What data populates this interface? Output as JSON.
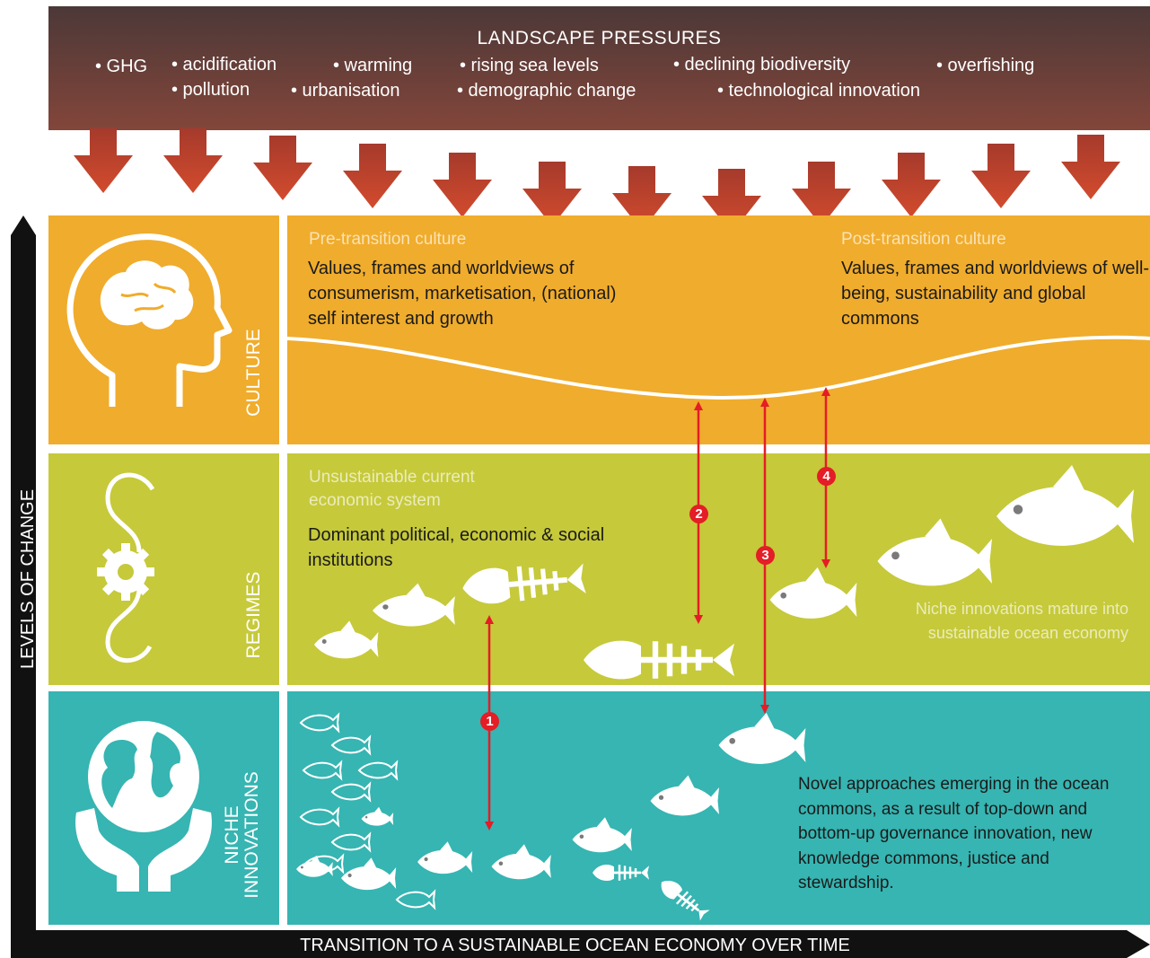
{
  "landscape": {
    "title": "LANDSCAPE PRESSURES",
    "pressures": [
      "• GHG",
      "• acidification",
      "• warming",
      "• rising sea levels",
      "• declining biodiversity",
      "• overfishing",
      "• pollution",
      "• urbanisation",
      "• demographic change",
      "• technological innovation"
    ]
  },
  "levels": {
    "culture": {
      "label": "CULTURE",
      "pre_title": "Pre-transition culture",
      "pre_text": "Values, frames and worldviews of consumerism, marketisation, (national) self interest and growth",
      "post_title": "Post-transition culture",
      "post_text": "Values, frames and worldviews of well-being, sustainability and global commons"
    },
    "regimes": {
      "label": "REGIMES",
      "current_title": "Unsustainable current economic system",
      "current_text": "Dominant political, economic & social institutions",
      "mature_text": "Niche innovations mature into sustainable ocean economy"
    },
    "niche": {
      "label_line1": "NICHE",
      "label_line2": "INNOVATIONS",
      "text": "Novel approaches emerging in the ocean commons, as a result of top-down and bottom-up governance innovation, new knowledge commons, justice and stewardship."
    }
  },
  "markers": [
    "1",
    "2",
    "3",
    "4"
  ],
  "axes": {
    "y_label": "LEVELS OF CHANGE",
    "x_label": "TRANSITION TO A SUSTAINABLE OCEAN ECONOMY OVER TIME"
  },
  "colors": {
    "landscape_top": "#4c3838",
    "landscape_bottom": "#83463a",
    "arrow": "#c3432c",
    "culture": "#f0ac2c",
    "regimes": "#c6c93a",
    "niche": "#36b5b2",
    "marker": "#e41d26",
    "axis": "#111111"
  },
  "icons": [
    "brain-head-icon",
    "gear-spiral-icon",
    "globe-hands-icon",
    "fish-icon",
    "fish-skeleton-icon"
  ]
}
